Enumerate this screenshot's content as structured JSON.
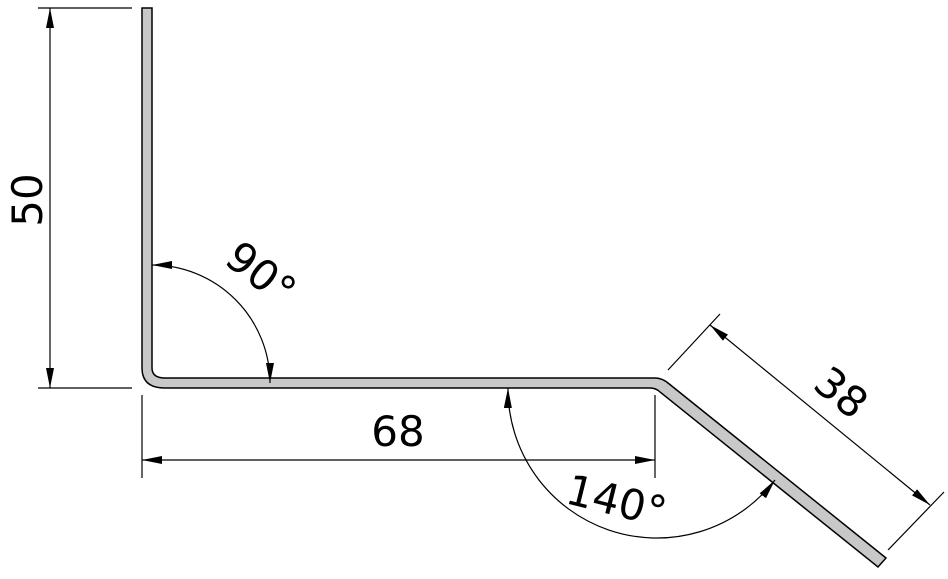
{
  "drawing": {
    "profile_fill": "#c8c8c8",
    "dimensions": {
      "height_label": "50",
      "width_label": "68",
      "flange_label": "38",
      "angle_1_label": "90°",
      "angle_2_label": "140°"
    }
  }
}
